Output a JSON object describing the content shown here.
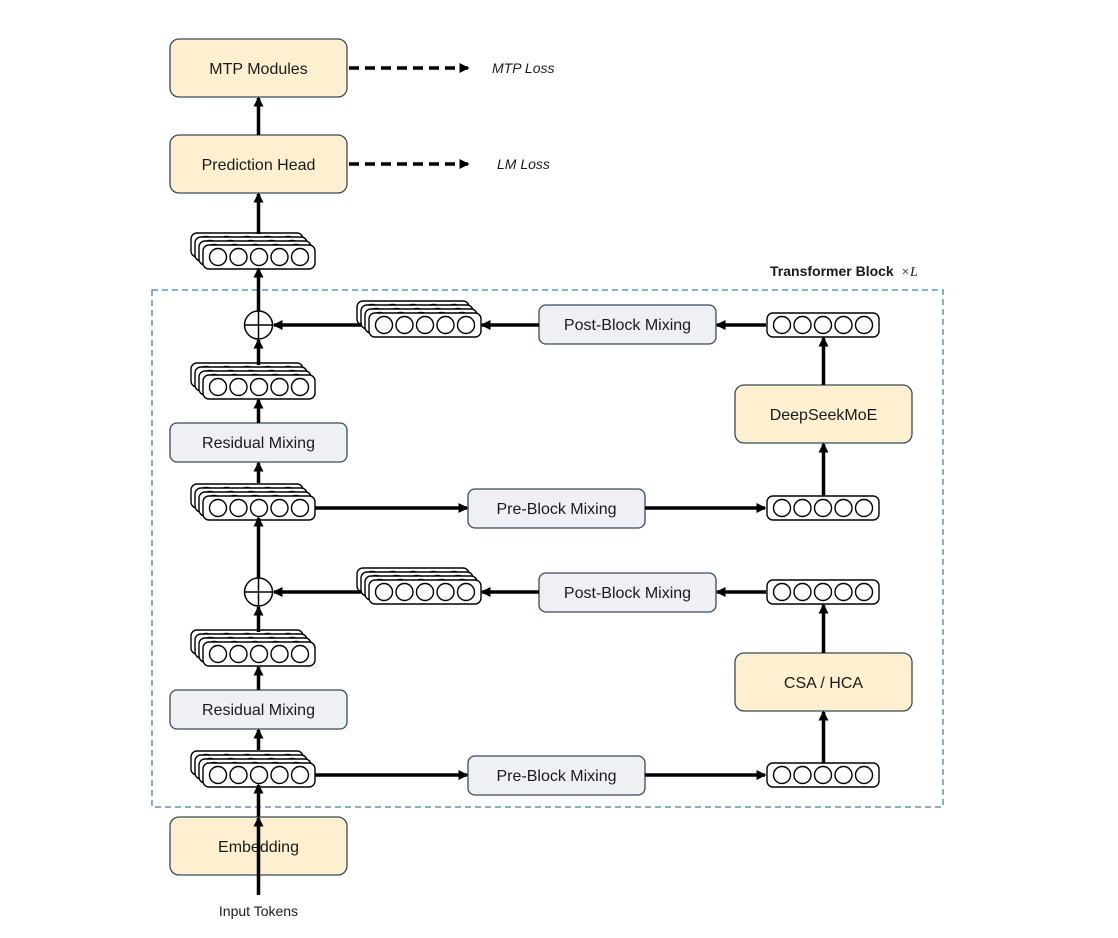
{
  "colors": {
    "module_fill": "#fdefcf",
    "mixing_fill": "#eef0f4",
    "box_stroke": "#3a4a5c",
    "block_border": "#5b95b8",
    "arrow": "#000000"
  },
  "nodes": {
    "mtp_modules": "MTP Modules",
    "prediction_head": "Prediction Head",
    "embedding": "Embedding",
    "input_tokens": "Input Tokens",
    "residual_mixing_top": "Residual Mixing",
    "residual_mixing_bottom": "Residual Mixing",
    "pre_block_mixing_top": "Pre-Block Mixing",
    "pre_block_mixing_bottom": "Pre-Block Mixing",
    "post_block_mixing_top": "Post-Block Mixing",
    "post_block_mixing_bottom": "Post-Block Mixing",
    "deepseek_moe": "DeepSeekMoE",
    "attention": "CSA / HCA"
  },
  "losses": {
    "mtp_loss": "MTP Loss",
    "lm_loss": "LM Loss"
  },
  "transformer_block": {
    "title": "Transformer Block",
    "repeat": "×L"
  }
}
